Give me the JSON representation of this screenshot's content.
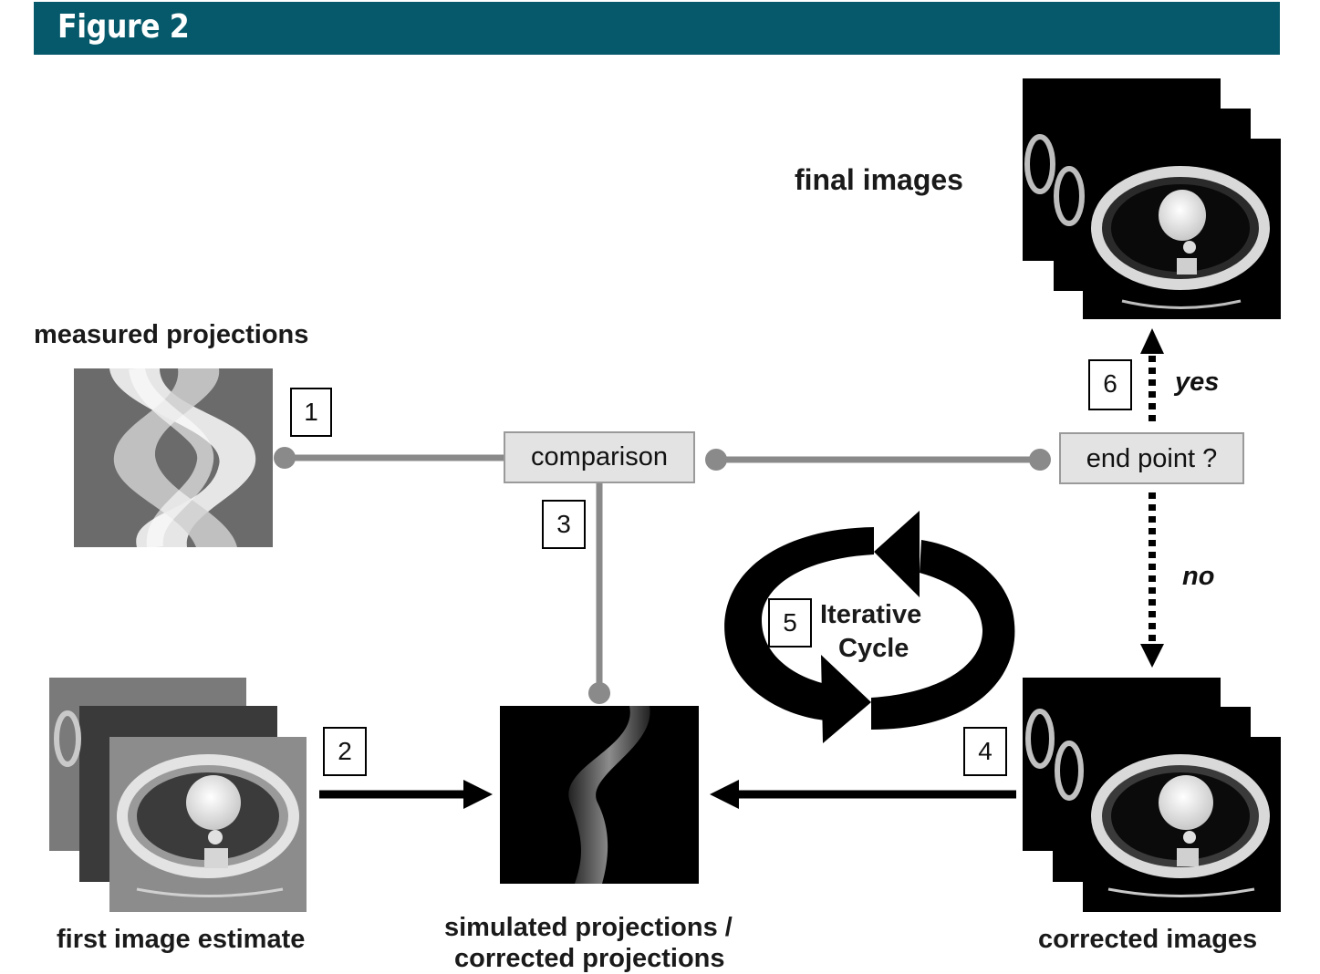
{
  "header": {
    "title": "Figure 2"
  },
  "labels": {
    "measured": "measured projections",
    "final": "final images",
    "first": "first image estimate",
    "simulated_line1": "simulated projections /",
    "simulated_line2": "corrected projections",
    "corrected": "corrected images"
  },
  "nodes": {
    "comparison": "comparison",
    "endpoint": "end point ?"
  },
  "branches": {
    "yes": "yes",
    "no": "no"
  },
  "cycle": {
    "line1": "Iterative",
    "line2": "Cycle"
  },
  "steps": [
    "1",
    "2",
    "3",
    "4",
    "5",
    "6"
  ],
  "colors": {
    "header": "#05596a",
    "connector": "#8a8a8a",
    "arrow": "#000000"
  }
}
